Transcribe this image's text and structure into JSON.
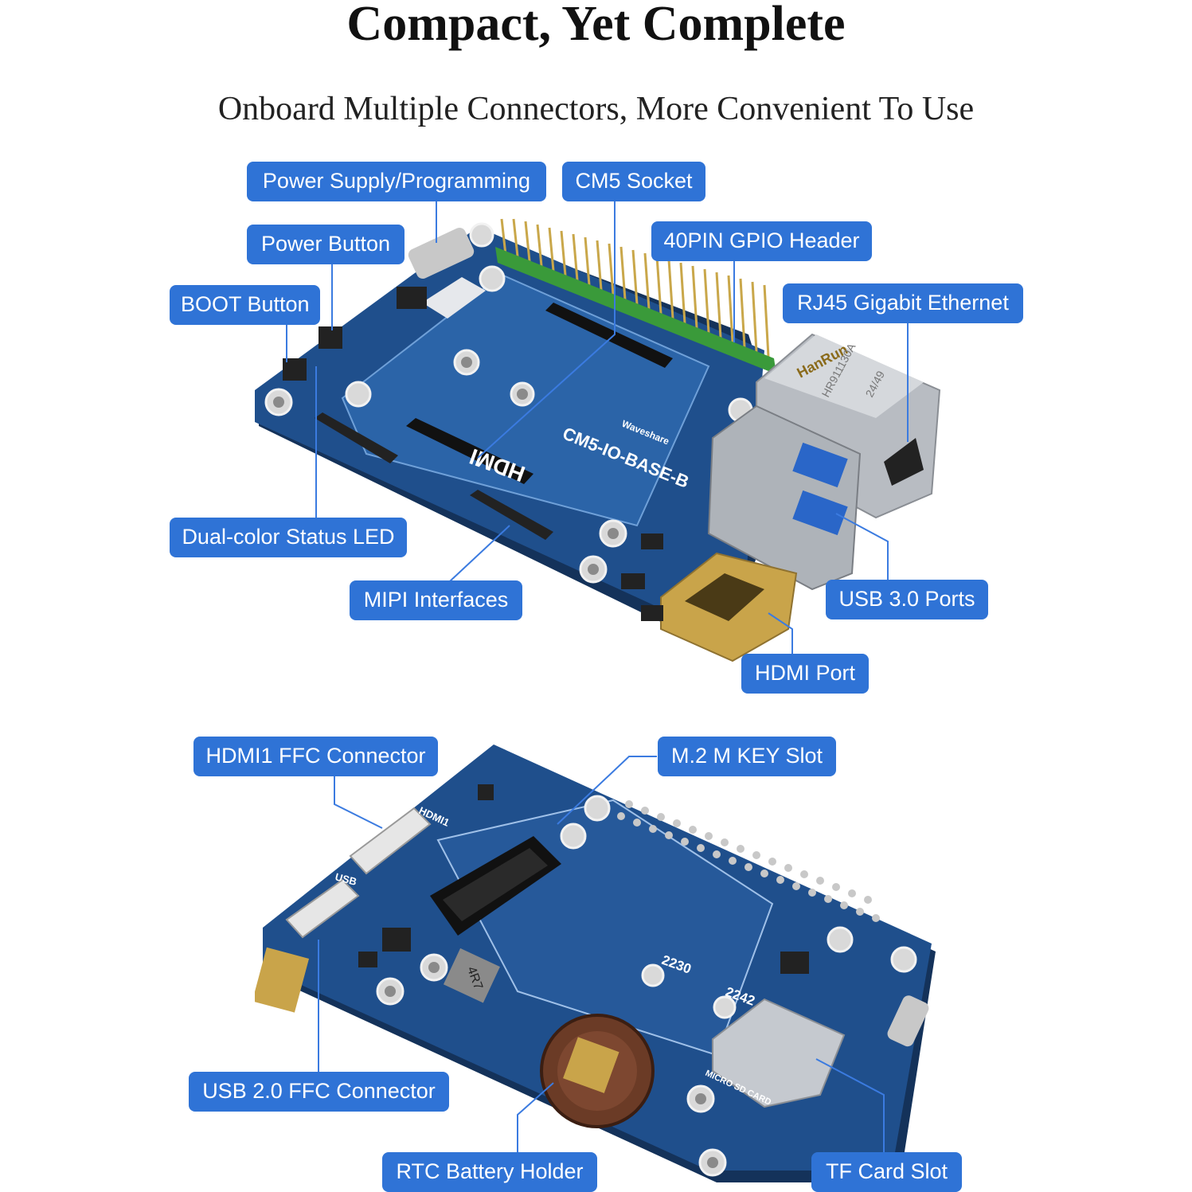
{
  "header": {
    "title": "Compact, Yet Complete",
    "subtitle": "Onboard Multiple Connectors, More Convenient To Use"
  },
  "top_board": {
    "callouts": {
      "power_supply": "Power Supply/Programming",
      "cm5_socket": "CM5 Socket",
      "power_button": "Power Button",
      "gpio_header": "40PIN GPIO Header",
      "boot_button": "BOOT Button",
      "rj45": "RJ45 Gigabit Ethernet",
      "status_led": "Dual-color Status LED",
      "mipi": "MIPI Interfaces",
      "usb3": "USB 3.0 Ports",
      "hdmi_port": "HDMI Port"
    },
    "silkscreen": {
      "model": "CM5-IO-BASE-B",
      "brand": "Waveshare",
      "hdmi": "HDMI",
      "rj45_brand": "HanRun",
      "rj45_part": "HR911130A",
      "rj45_date": "24/49"
    }
  },
  "bottom_board": {
    "callouts": {
      "hdmi1_ffc": "HDMI1 FFC Connector",
      "m2_slot": "M.2 M KEY Slot",
      "usb2_ffc": "USB 2.0 FFC Connector",
      "rtc_battery": "RTC Battery Holder",
      "tf_card": "TF Card Slot"
    },
    "silkscreen": {
      "hdmi1": "HDMI1",
      "usb": "USB",
      "size_2230": "2230",
      "size_2242": "2242",
      "micro_sd": "MICRO SD CARD",
      "inductor": "4R7"
    }
  },
  "colors": {
    "callout_bg": "#2f73d6",
    "callout_text": "#ffffff",
    "pcb_blue": "#1f4f8c",
    "leader_line": "#3b7be0"
  }
}
